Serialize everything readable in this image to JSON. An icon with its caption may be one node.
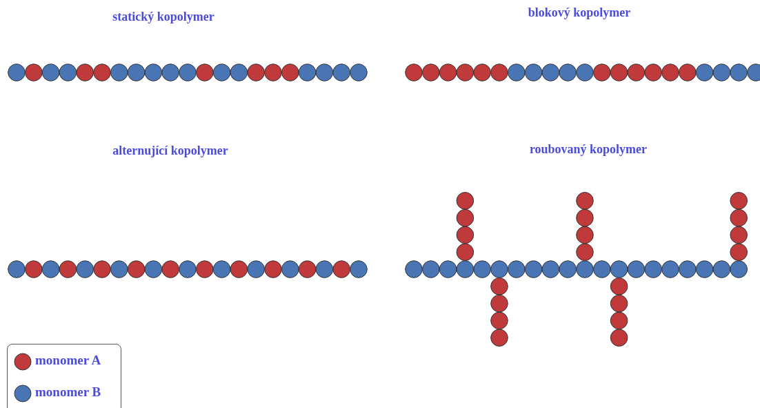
{
  "diagram": {
    "labels": [
      "statický kopolymer",
      "blokový kopolymer",
      "alternující kopolymer",
      "roubovaný kopolymer"
    ],
    "legend": [
      {
        "text": "monomer A",
        "color": "#c0393b"
      },
      {
        "text": "monomer B",
        "color": "#4a75b5"
      }
    ]
  }
}
